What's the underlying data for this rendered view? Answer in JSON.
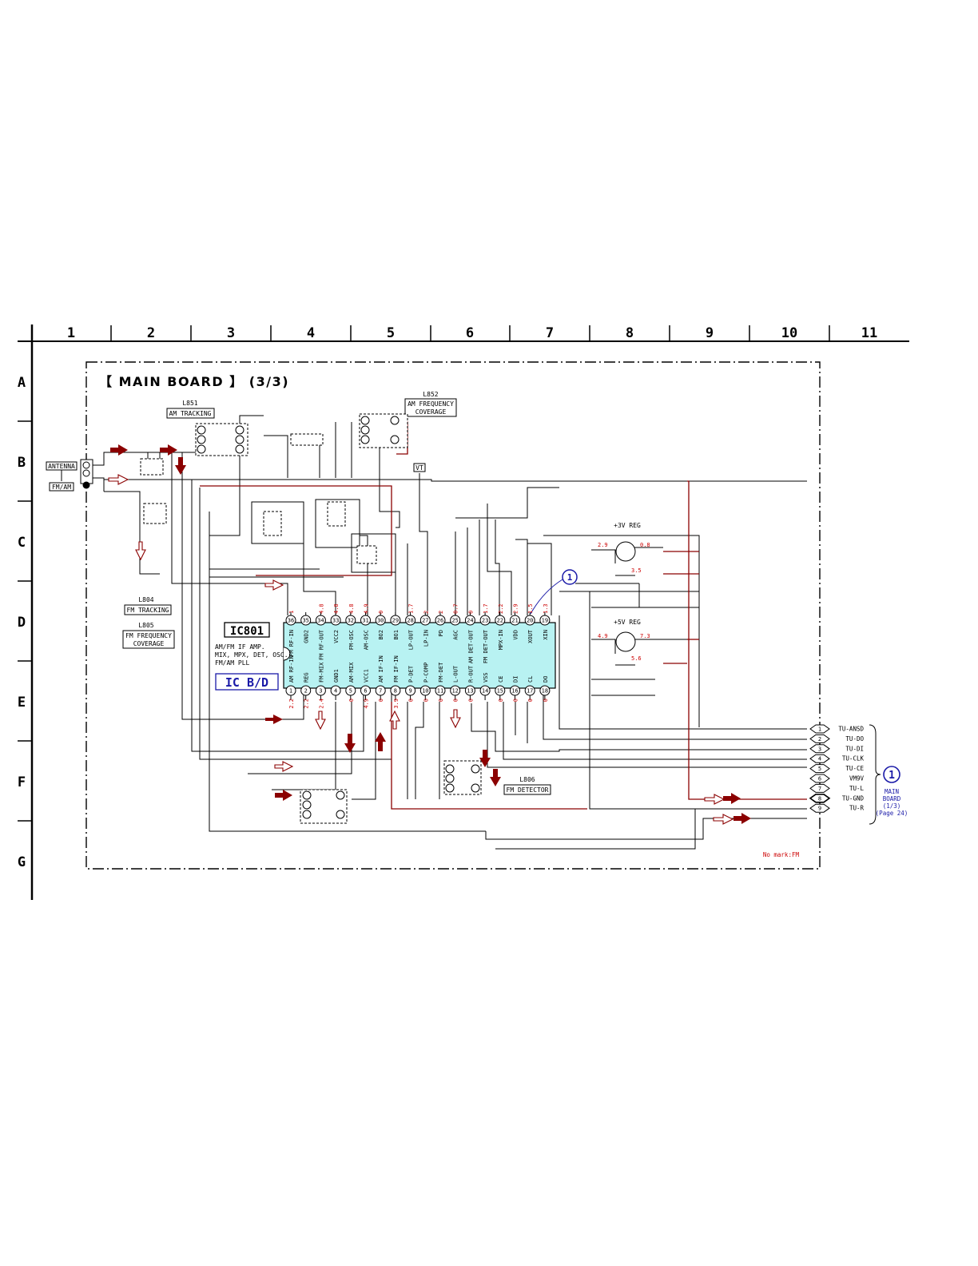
{
  "grid": {
    "columns": [
      "1",
      "2",
      "3",
      "4",
      "5",
      "6",
      "7",
      "8",
      "9",
      "10",
      "11"
    ],
    "rows": [
      "A",
      "B",
      "C",
      "D",
      "E",
      "F",
      "G"
    ]
  },
  "board_title": "【 MAIN BOARD 】 (3/3)",
  "ic": {
    "ref": "IC801",
    "description": [
      "AM/FM IF AMP.",
      "MIX, MPX, DET, OSC.",
      "FM/AM PLL"
    ],
    "block_label": "IC B/D",
    "body_color": "#b8f2f2",
    "top_pins": [
      {
        "num": "36",
        "name": "FM RF-IN",
        "volt": "1"
      },
      {
        "num": "35",
        "name": "GND2",
        "volt": ""
      },
      {
        "num": "34",
        "name": "FM RF-OUT",
        "volt": "4.8"
      },
      {
        "num": "33",
        "name": "VCC2",
        "volt": "4.8"
      },
      {
        "num": "32",
        "name": "FM-OSC",
        "volt": "4.8"
      },
      {
        "num": "31",
        "name": "AM-OSC",
        "volt": "4.9"
      },
      {
        "num": "30",
        "name": "BO2",
        "volt": "0"
      },
      {
        "num": "29",
        "name": "BO1",
        "volt": ""
      },
      {
        "num": "28",
        "name": "LP-OUT",
        "volt": "1.7"
      },
      {
        "num": "27",
        "name": "LP-IN",
        "volt": "2"
      },
      {
        "num": "26",
        "name": "PD",
        "volt": "2"
      },
      {
        "num": "25",
        "name": "AGC",
        "volt": "0.7"
      },
      {
        "num": "24",
        "name": "AM DET-OUT",
        "volt": "0"
      },
      {
        "num": "23",
        "name": "FM DET-OUT",
        "volt": "1.7"
      },
      {
        "num": "22",
        "name": "MPX-IN",
        "volt": "2.2"
      },
      {
        "num": "21",
        "name": "VDD",
        "volt": "2.9"
      },
      {
        "num": "20",
        "name": "XOUT",
        "volt": "1.5"
      },
      {
        "num": "19",
        "name": "XIN",
        "volt": "1.3"
      }
    ],
    "bottom_pins": [
      {
        "num": "1",
        "name": "AM RF-IN",
        "volt": "2.2"
      },
      {
        "num": "2",
        "name": "REG",
        "volt": "2.2"
      },
      {
        "num": "3",
        "name": "FM-MIX",
        "volt": "2.4"
      },
      {
        "num": "4",
        "name": "GND1",
        "volt": ""
      },
      {
        "num": "5",
        "name": "AM-MIX",
        "volt": "0"
      },
      {
        "num": "6",
        "name": "VCC1",
        "volt": "4.9"
      },
      {
        "num": "7",
        "name": "AM IF-IN",
        "volt": "0"
      },
      {
        "num": "8",
        "name": "FM IF-IN",
        "volt": "3.9"
      },
      {
        "num": "9",
        "name": "P-DET",
        "volt": "0"
      },
      {
        "num": "10",
        "name": "P-COMP",
        "volt": "0"
      },
      {
        "num": "11",
        "name": "FM-DET",
        "volt": "0"
      },
      {
        "num": "12",
        "name": "L-OUT",
        "volt": "0"
      },
      {
        "num": "13",
        "name": "R-OUT",
        "volt": "0"
      },
      {
        "num": "14",
        "name": "VSS",
        "volt": ""
      },
      {
        "num": "15",
        "name": "CE",
        "volt": "0"
      },
      {
        "num": "16",
        "name": "DI",
        "volt": "0"
      },
      {
        "num": "17",
        "name": "CL",
        "volt": "0"
      },
      {
        "num": "18",
        "name": "DO",
        "volt": "0"
      }
    ]
  },
  "components": {
    "l851": {
      "ref": "L851",
      "label": "AM TRACKING"
    },
    "l852": {
      "ref": "L852",
      "label": [
        "AM FREQUENCY",
        "COVERAGE"
      ]
    },
    "l804": {
      "ref": "L804",
      "label": "FM TRACKING"
    },
    "l805": {
      "ref": "L805",
      "label": [
        "FM FREQUENCY",
        "COVERAGE"
      ]
    },
    "l806": {
      "ref": "L806",
      "label": "FM DETECTOR"
    },
    "antenna": {
      "label": "ANTENNA",
      "type": "FM/AM"
    },
    "vt": "VT",
    "reg3": {
      "label": "+3V REG",
      "vin": "2.9",
      "vout": "0.8",
      "vb": "3.5"
    },
    "reg5": {
      "label": "+5V REG",
      "vin": "4.9",
      "vout": "7.3",
      "vb": "5.6"
    },
    "ref_mark": "1"
  },
  "connector": {
    "pins": [
      {
        "num": "1",
        "name": "TU-ANSD"
      },
      {
        "num": "2",
        "name": "TU-DO"
      },
      {
        "num": "3",
        "name": "TU-DI"
      },
      {
        "num": "4",
        "name": "TU-CLK"
      },
      {
        "num": "5",
        "name": "TU-CE"
      },
      {
        "num": "6",
        "name": "VM9V"
      },
      {
        "num": "7",
        "name": "TU-L"
      },
      {
        "num": "8",
        "name": "TU-GND"
      },
      {
        "num": "9",
        "name": "TU-R"
      }
    ],
    "target": {
      "mark": "1",
      "lines": [
        "MAIN",
        "BOARD",
        "(1/3)",
        "(Page 24)"
      ]
    }
  },
  "note": "No mark:FM",
  "colors": {
    "signal": "#8b0000",
    "blue_annotation": "#1a1aa8",
    "voltage": "#cc0000"
  }
}
